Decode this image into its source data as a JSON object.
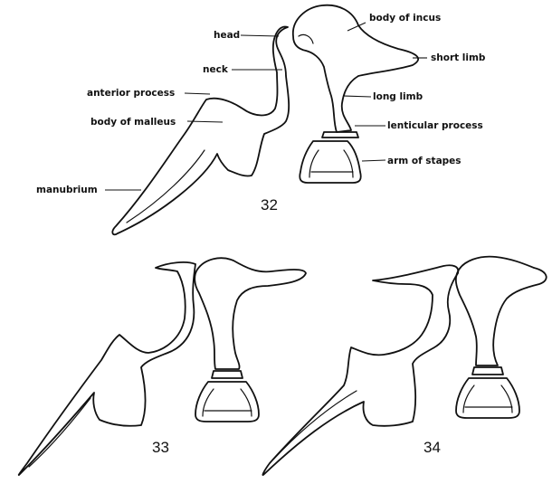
{
  "labels": {
    "head": "head",
    "neck": "neck",
    "anterior_process": "anterior process",
    "body_of_malleus": "body of malleus",
    "manubrium": "manubrium",
    "body_of_incus": "body of incus",
    "short_limb": "short limb",
    "long_limb": "long limb",
    "lenticular_process": "lenticular process",
    "arm_of_stapes": "arm of stapes"
  },
  "figures": {
    "fig32": "32",
    "fig33": "33",
    "fig34": "34"
  }
}
